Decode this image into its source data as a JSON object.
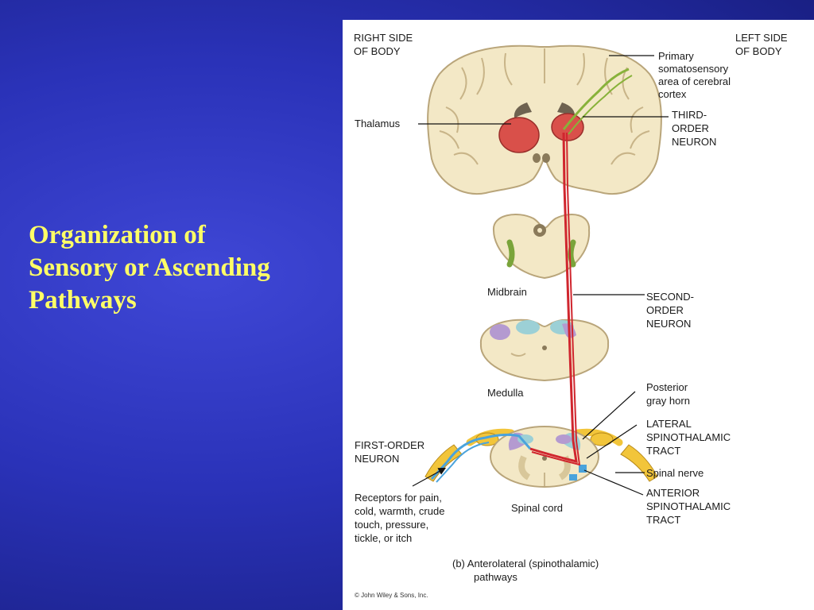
{
  "title": {
    "lines": [
      "Organization of",
      "Sensory or Ascending",
      "Pathways"
    ]
  },
  "figure": {
    "right_side": [
      "RIGHT SIDE",
      "OF BODY"
    ],
    "left_side": [
      "LEFT SIDE",
      "OF BODY"
    ],
    "primary_area": [
      "Primary",
      "somatosensory",
      "area of cerebral",
      "cortex"
    ],
    "thalamus": "Thalamus",
    "third_order": [
      "THIRD-",
      "ORDER",
      "NEURON"
    ],
    "midbrain": "Midbrain",
    "second_order": [
      "SECOND-",
      "ORDER",
      "NEURON"
    ],
    "medulla": "Medulla",
    "posterior_horn": [
      "Posterior",
      "gray horn"
    ],
    "lateral_tract": [
      "LATERAL",
      "SPINOTHALAMIC",
      "TRACT"
    ],
    "first_order": [
      "FIRST-ORDER",
      "NEURON"
    ],
    "spinal_nerve": "Spinal nerve",
    "anterior_tract": [
      "ANTERIOR",
      "SPINOTHALAMIC",
      "TRACT"
    ],
    "receptors": [
      "Receptors for pain,",
      "cold, warmth, crude",
      "touch, pressure,",
      "tickle, or itch"
    ],
    "spinal_cord": "Spinal cord",
    "caption": [
      "(b)  Anterolateral (spinothalamic)",
      "pathways"
    ],
    "copyright": "© John Wiley & Sons, Inc.",
    "colors": {
      "tissue": "#f3e8c6",
      "tissue_edge": "#b9a57a",
      "thalamus": "#d9504a",
      "tract": "#d0262e",
      "third_order": "#88b23a",
      "nerve": "#f2c53a",
      "first_order": "#4aa3dc"
    }
  }
}
